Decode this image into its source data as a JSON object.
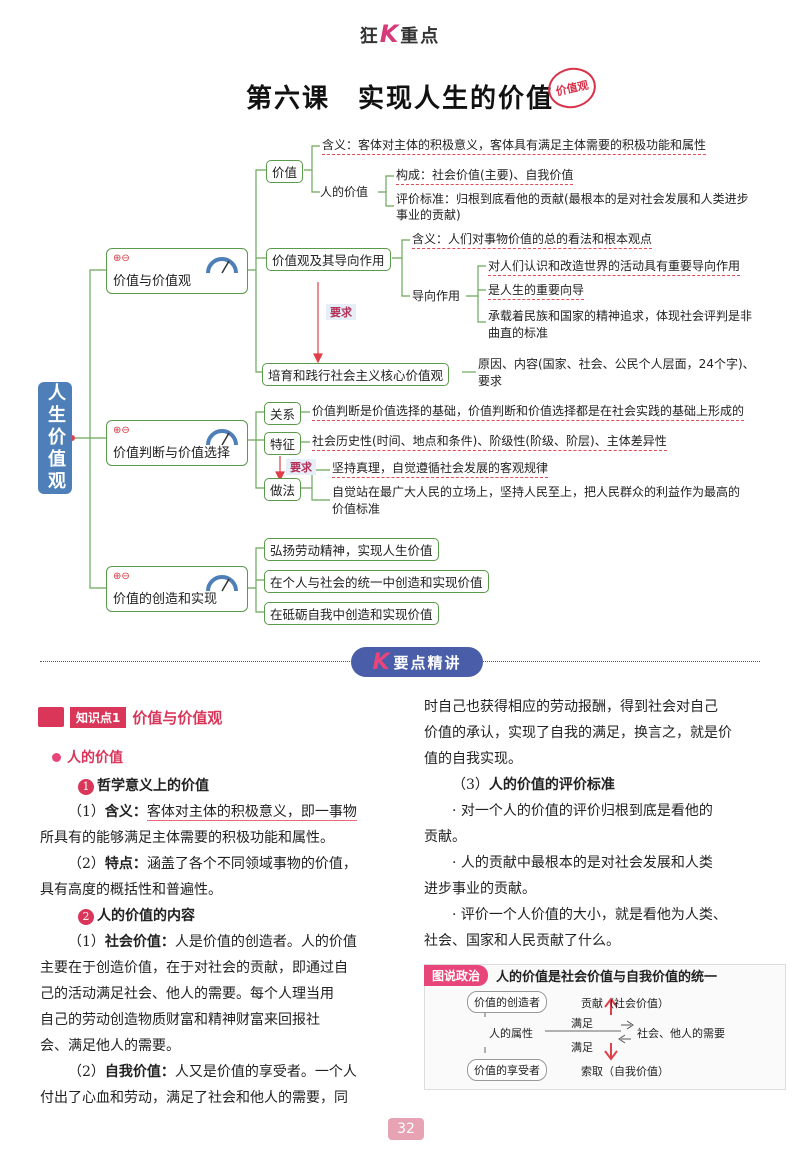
{
  "header": {
    "brand_left": "狂",
    "brand_k": "K",
    "brand_right": "重点",
    "title": "第六课　实现人生的价值",
    "seal": "价值观"
  },
  "mindmap": {
    "root": "人生价值观",
    "requirement": "要求",
    "branches": [
      {
        "label": "价值与价值观",
        "icon": "⊕⊖"
      },
      {
        "label": "价值判断与价值选择",
        "icon": "⊕⊖"
      },
      {
        "label": "价值的创造和实现",
        "icon": "⊕⊖"
      }
    ],
    "b1": {
      "value": "价值",
      "value_meaning": "含义：客体对主体的积极意义，客体具有满足主体需要的积极功能和属性",
      "person_value": "人的价值",
      "composition": "构成：社会价值(主要)、自我价值",
      "standard_1": "评价标准：归根到底看他的贡献(最根本的是对社会发展和人类进步",
      "standard_2": "事业的贡献)",
      "view": "价值观及其导向作用",
      "view_meaning": "含义：人们对事物价值的总的看法和根本观点",
      "guide": "导向作用",
      "guide_1": "对人们认识和改造世界的活动具有重要导向作用",
      "guide_2": "是人生的重要向导",
      "guide_3a": "承载着民族和国家的精神追求，体现社会评判是非",
      "guide_3b": "曲直的标准",
      "core": "培育和践行社会主义核心价值观",
      "core_desc_1": "原因、内容(国家、社会、公民个人层面，24个字)、",
      "core_desc_2": "要求"
    },
    "b2": {
      "relation": "关系",
      "relation_text": "价值判断是价值选择的基础，价值判断和价值选择都是在社会实践的基础上形成的",
      "feature": "特征",
      "feature_text": "社会历史性(时间、地点和条件)、阶级性(阶级、阶层)、主体差异性",
      "method": "做法",
      "method_1": "坚持真理，自觉遵循社会发展的客观规律",
      "method_2a": "自觉站在最广大人民的立场上，坚持人民至上，把人民群众的利益作为最高的",
      "method_2b": "价值标准"
    },
    "b3": {
      "item_1": "弘扬劳动精神，实现人生价值",
      "item_2": "在个人与社会的统一中创造和实现价值",
      "item_3": "在砥砺自我中创造和实现价值"
    }
  },
  "banner": {
    "k": "K",
    "text": "要点精讲"
  },
  "knowledge": {
    "tag": "知识点1",
    "title": "价值与价值观",
    "sub": "人的价值",
    "h1": "哲学意义上的价值",
    "h1_num": "1",
    "p1a_pre": "（1）",
    "p1a_bold": "含义：",
    "p1a_text": "客体对主体的积极意义，即一事物",
    "p1b": "所具有的能够满足主体需要的积极功能和属性。",
    "p2a_pre": "（2）",
    "p2a_bold": "特点：",
    "p2a_text": "涵盖了各个不同领域事物的价值，",
    "p2b": "具有高度的概括性和普遍性。",
    "h2": "人的价值的内容",
    "h2_num": "2",
    "p3a_pre": "（1）",
    "p3a_bold": "社会价值：",
    "p3a_text": "人是价值的创造者。人的价值",
    "p3b": "主要在于创造价值，在于对社会的贡献，即通过自",
    "p3c": "己的活动满足社会、他人的需要。每个人理当用",
    "p3d": "自己的劳动创造物质财富和精神财富来回报社",
    "p3e": "会、满足他人的需要。",
    "p4a_pre": "（2）",
    "p4a_bold": "自我价值：",
    "p4a_text": "人又是价值的享受者。一个人",
    "p4b": "付出了心血和劳动，满足了社会和他人的需要，同",
    "r1": "时自己也获得相应的劳动报酬，得到社会对自己",
    "r2": "价值的承认，实现了自我的满足，换言之，就是价",
    "r3": "值的自我实现。",
    "r4_pre": "（3）",
    "r4_bold": "人的价值的评价标准",
    "r5": "· 对一个人的价值的评价归根到底是看他的",
    "r6": "贡献。",
    "r7": "· 人的贡献中最根本的是对社会发展和人类",
    "r8": "进步事业的贡献。",
    "r9": "· 评价一个人价值的大小，就是看他为人类、",
    "r10": "社会、国家和人民贡献了什么。"
  },
  "diagram": {
    "tag": "图说政治",
    "title": "人的价值是社会价值与自我价值的统一",
    "creator": "价值的创造者",
    "enjoyer": "价值的享受者",
    "attr": "人的属性",
    "contribute": "贡献（社会价值）",
    "take": "索取（自我价值）",
    "satisfy_1": "满足",
    "satisfy_2": "满足",
    "society": "社会、他人的需要"
  },
  "page_number": "32"
}
